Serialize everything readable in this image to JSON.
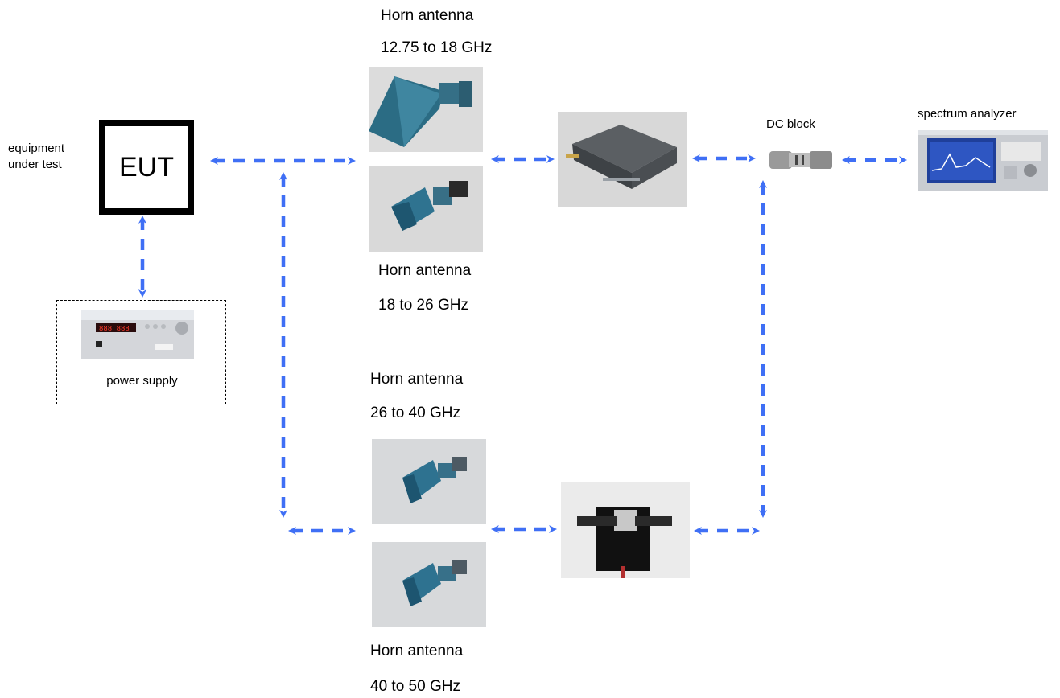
{
  "diagram": {
    "eut": {
      "label": "EUT",
      "caption": "equipment\nunder test"
    },
    "power_supply": {
      "label": "power supply"
    },
    "antennas": [
      {
        "title": "Horn antenna",
        "range": "12.75 to 18 GHz"
      },
      {
        "title": "Horn antenna",
        "range": "18 to 26 GHz"
      },
      {
        "title": "Horn antenna",
        "range": "26 to 40 GHz"
      },
      {
        "title": "Horn antenna",
        "range": "40 to 50 GHz"
      }
    ],
    "dc_block": {
      "label": "DC block"
    },
    "spectrum_analyzer": {
      "label": "spectrum analyzer"
    },
    "colors": {
      "arrow": "#3f6ff5",
      "frame": "#000000"
    }
  }
}
